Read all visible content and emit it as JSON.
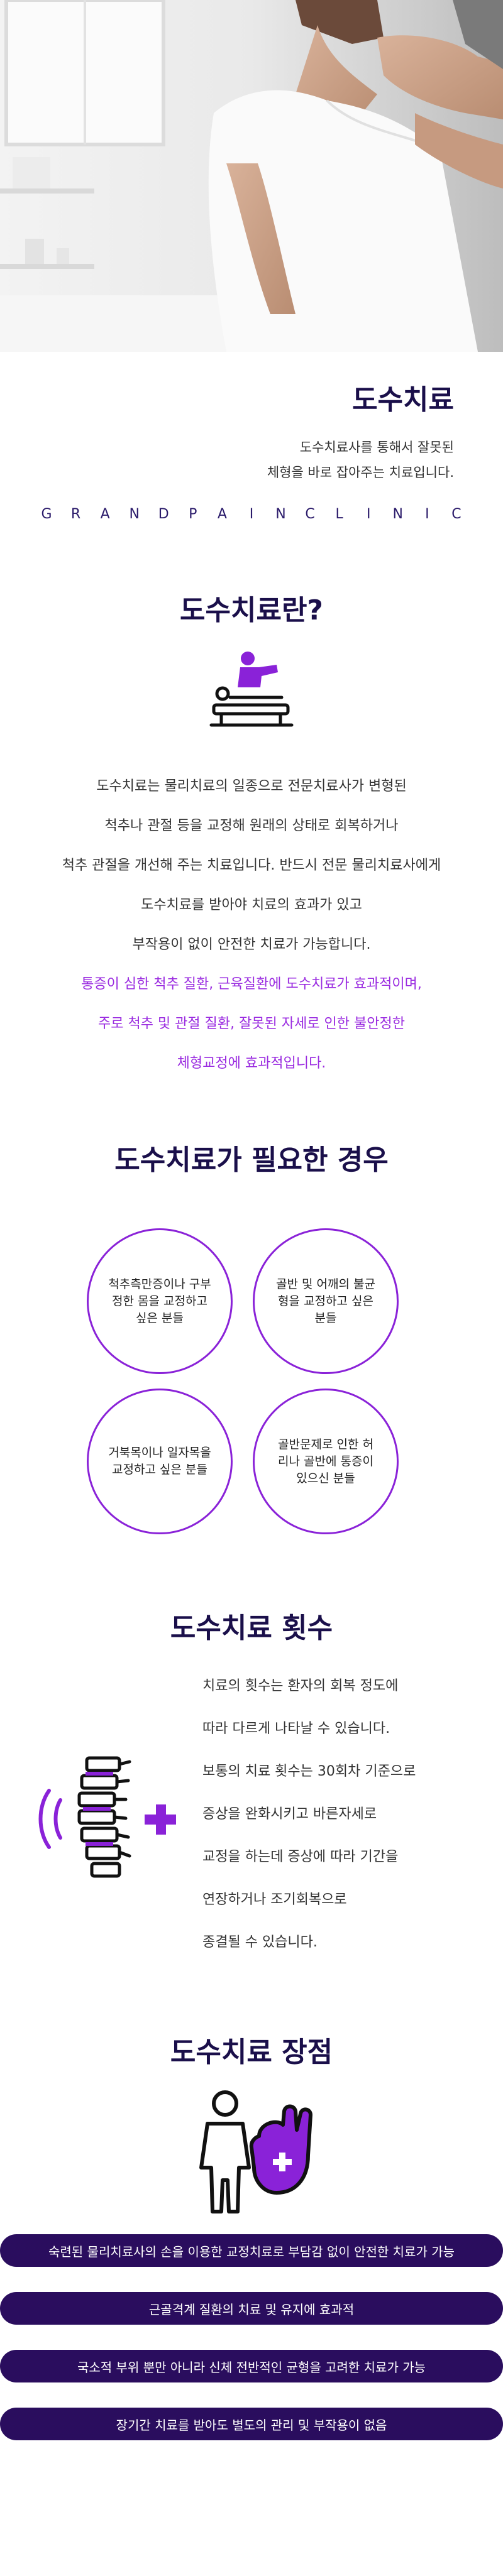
{
  "hero": {
    "image_alt": "therapist-adjusting-patient-shoulder"
  },
  "intro": {
    "title": "도수치료",
    "subtitle_line1": "도수치료사를 통해서 잘못된",
    "subtitle_line2": "체형을 바로 잡아주는 치료입니다.",
    "brand_letters": [
      "G",
      "R",
      "A",
      "N",
      "D",
      "P",
      "A",
      "I",
      "N",
      "C",
      "L",
      "I",
      "N",
      "I",
      "C"
    ]
  },
  "what": {
    "title": "도수치료란?",
    "lines": [
      "도수치료는 물리치료의 일종으로 전문치료사가 변형된",
      "척추나 관절 등을 교정해 원래의 상태로 회복하거나",
      "척추 관절을 개선해 주는 치료입니다. 반드시 전문 물리치료사에게",
      "도수치료를 받아야 치료의 효과가 있고",
      "부작용이 없이 안전한 치료가 가능합니다."
    ],
    "highlight_lines": [
      "통증이 심한 척추 질환, 근육질환에 도수치료가 효과적이며,",
      "주로 척추 및 관절 질환, 잘못된 자세로 인한 불안정한",
      "체형교정에 효과적입니다."
    ]
  },
  "need": {
    "title": "도수치료가 필요한 경우",
    "cases": [
      "척추측만증이나 구부정한 몸을 교정하고 싶은 분들",
      "골반 및 어깨의 불균형을 교정하고 싶은 분들",
      "거북목이나 일자목을 교정하고 싶은 분들",
      "골반문제로 인한 허리나 골반에 통증이 있으신 분들"
    ]
  },
  "count": {
    "title": "도수치료 횟수",
    "lines": [
      "치료의 횟수는 환자의 회복 정도에",
      "따라 다르게 나타날 수 있습니다.",
      "보통의 치료 횟수는 30회차 기준으로",
      "증상을 완화시키고 바른자세로",
      "교정을 하는데 증상에 따라 기간을",
      "연장하거나 조기회복으로",
      "종결될 수 있습니다."
    ]
  },
  "advantages": {
    "title": "도수치료 장점",
    "items": [
      "숙련된 물리치료사의 손을 이용한 교정치료로 부담감 없이 안전한 치료가 가능",
      "근골격계 질환의 치료 및 유지에 효과적",
      "국소적 부위 뿐만 아니라 신체 전반적인 균형을 고려한 치료가 가능",
      "장기간 치료를 받아도 별도의 관리 및 부작용이 없음"
    ]
  },
  "colors": {
    "navy": "#1a0f4a",
    "purple": "#8a22d8",
    "highlight": "#9a2be0",
    "pill": "#2a0d5e"
  }
}
